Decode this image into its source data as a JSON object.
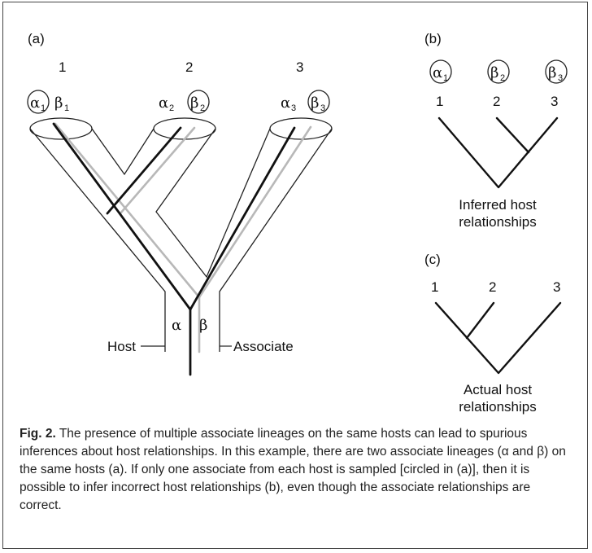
{
  "panel_a": {
    "label": "(a)",
    "hosts": [
      {
        "number": "1",
        "alpha": "α",
        "alpha_sub": "1",
        "beta": "β",
        "beta_sub": "1",
        "circled": "alpha"
      },
      {
        "number": "2",
        "alpha": "α",
        "alpha_sub": "2",
        "beta": "β",
        "beta_sub": "2",
        "circled": "beta"
      },
      {
        "number": "3",
        "alpha": "α",
        "alpha_sub": "3",
        "beta": "β",
        "beta_sub": "3",
        "circled": "beta"
      }
    ],
    "root_alpha": "α",
    "root_beta": "β",
    "host_label": "Host",
    "associate_label": "Associate"
  },
  "panel_b": {
    "label": "(b)",
    "tips": [
      {
        "symbol": "α",
        "sub": "1",
        "number": "1"
      },
      {
        "symbol": "β",
        "sub": "2",
        "number": "2"
      },
      {
        "symbol": "β",
        "sub": "3",
        "number": "3"
      }
    ],
    "caption_line1": "Inferred host",
    "caption_line2": "relationships"
  },
  "panel_c": {
    "label": "(c)",
    "tips": [
      "1",
      "2",
      "3"
    ],
    "caption_line1": "Actual host",
    "caption_line2": "relationships"
  },
  "caption": {
    "fig_label": "Fig. 2.",
    "text": " The presence of multiple associate lineages on the same hosts can lead to spurious inferences about host relationships. In this example, there are two associate lineages (α and β) on the same hosts (a). If only one associate from each host is sampled [circled in (a)], then it is possible to infer incorrect host relationships (b), even though the associate relationships are correct."
  },
  "colors": {
    "alpha_lineage": "#111111",
    "beta_lineage": "#b8b8b8",
    "host_outline": "#222222"
  }
}
